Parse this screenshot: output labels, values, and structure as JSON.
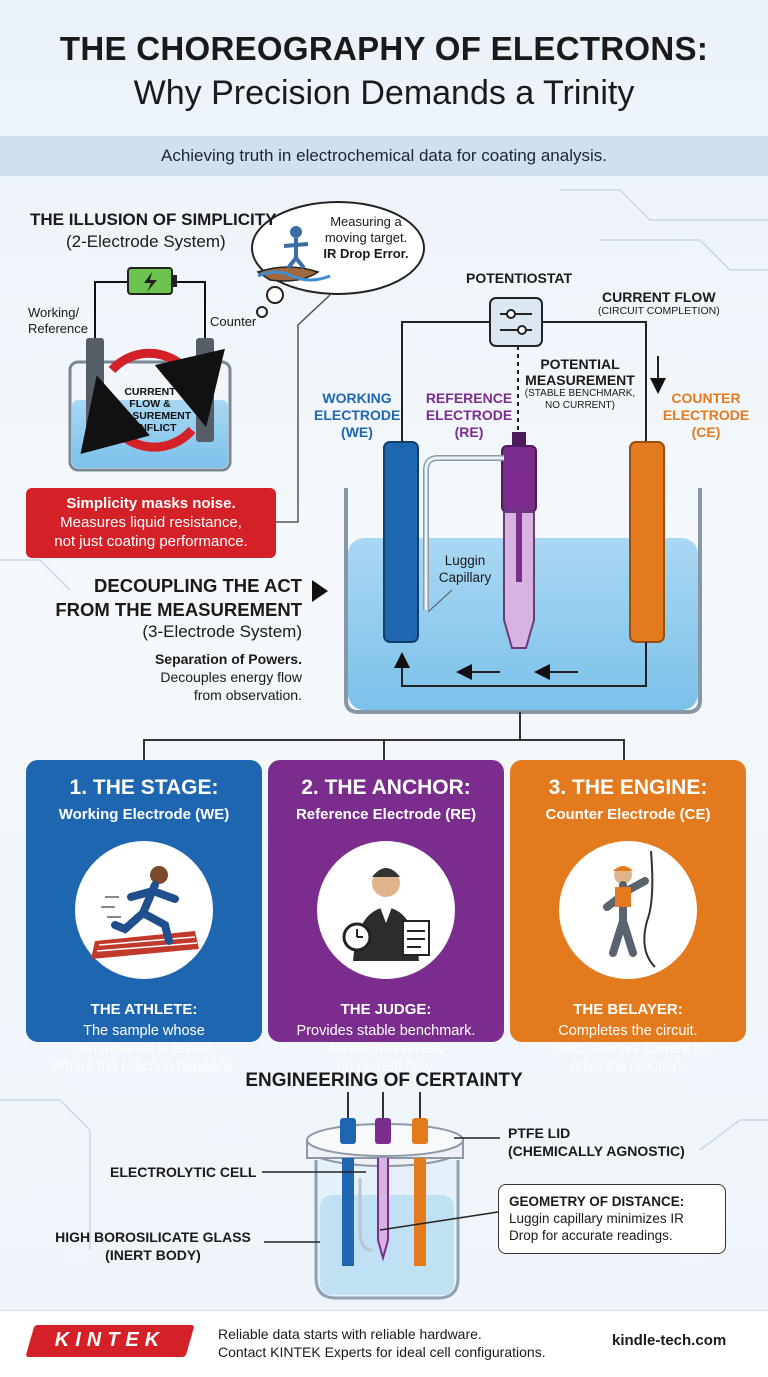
{
  "header": {
    "title": "THE CHOREOGRAPHY OF ELECTRONS:",
    "subtitle": "Why Precision Demands a Trinity",
    "tagline": "Achieving truth in electrochemical data for coating analysis."
  },
  "two_electrode": {
    "heading": "THE ILLUSION OF SIMPLICITY",
    "subheading": "(2-Electrode System)",
    "left_label_1": "Working/",
    "left_label_2": "Reference",
    "right_label": "Counter",
    "conflict_1": "CURRENT",
    "conflict_2": "FLOW &",
    "conflict_3": "MEASUREMENT",
    "conflict_4": "CONFLICT",
    "thought_1": "Measuring a",
    "thought_2": "moving target.",
    "thought_3": "IR Drop Error.",
    "warning_title": "Simplicity masks noise.",
    "warning_line1": "Measures liquid resistance,",
    "warning_line2": "not just coating performance."
  },
  "three_electrode": {
    "potentiostat": "POTENTIOSTAT",
    "current_flow": "CURRENT FLOW",
    "circuit_completion": "(CIRCUIT COMPLETION)",
    "potential_1": "POTENTIAL",
    "potential_2": "MEASUREMENT",
    "potential_3": "(STABLE BENCHMARK,",
    "potential_4": "NO CURRENT)",
    "we_1": "WORKING",
    "we_2": "ELECTRODE",
    "we_3": "(WE)",
    "re_1": "REFERENCE",
    "re_2": "ELECTRODE",
    "re_3": "(RE)",
    "ce_1": "COUNTER",
    "ce_2": "ELECTRODE",
    "ce_3": "(CE)",
    "luggin_1": "Luggin",
    "luggin_2": "Capillary",
    "decouple_1": "DECOUPLING THE ACT",
    "decouple_2": "FROM THE MEASUREMENT",
    "decouple_3": "(3-Electrode System)",
    "powers_title": "Separation of Powers.",
    "powers_1": "Decouples energy flow",
    "powers_2": "from observation."
  },
  "cards": [
    {
      "num": "1. THE STAGE:",
      "sub": "Working Electrode (WE)",
      "role": "THE ATHLETE:",
      "d1": "The sample whose",
      "d2": "performance is tested.",
      "d3": "Where the reaction happens.",
      "color": "#1f66b0",
      "icon": "runner-icon"
    },
    {
      "num": "2. THE ANCHOR:",
      "sub": "Reference Electrode (RE)",
      "role": "THE JUDGE:",
      "d1": "Provides stable benchmark.",
      "d2": "Never intervenes,",
      "d3": "no current flow.",
      "color": "#7b2d8e",
      "icon": "judge-icon"
    },
    {
      "num": "3. THE ENGINE:",
      "sub": "Counter Electrode (CE)",
      "role": "THE BELAYER:",
      "d1": "Completes the circuit.",
      "d2": "Sinks/sources current to",
      "d3": "drive the reaction.",
      "color": "#e47a1e",
      "icon": "climber-icon"
    }
  ],
  "engineering": {
    "heading": "ENGINEERING OF CERTAINTY",
    "cell_label": "ELECTROLYTIC CELL",
    "glass_1": "HIGH BOROSILICATE GLASS",
    "glass_2": "(INERT BODY)",
    "lid_1": "PTFE LID",
    "lid_2": "(CHEMICALLY AGNOSTIC)",
    "geometry_title": "GEOMETRY OF DISTANCE:",
    "geometry_1": "Luggin capillary minimizes IR",
    "geometry_2": "Drop for accurate readings."
  },
  "footer": {
    "logo": "KINTEK",
    "line1": "Reliable data starts with reliable hardware.",
    "line2": "Contact KINTEK Experts for ideal cell configurations.",
    "site": "kindle-tech.com"
  },
  "colors": {
    "we": "#1f66b0",
    "re": "#7b2d8e",
    "ce": "#e47a1e",
    "warning": "#d42027"
  }
}
